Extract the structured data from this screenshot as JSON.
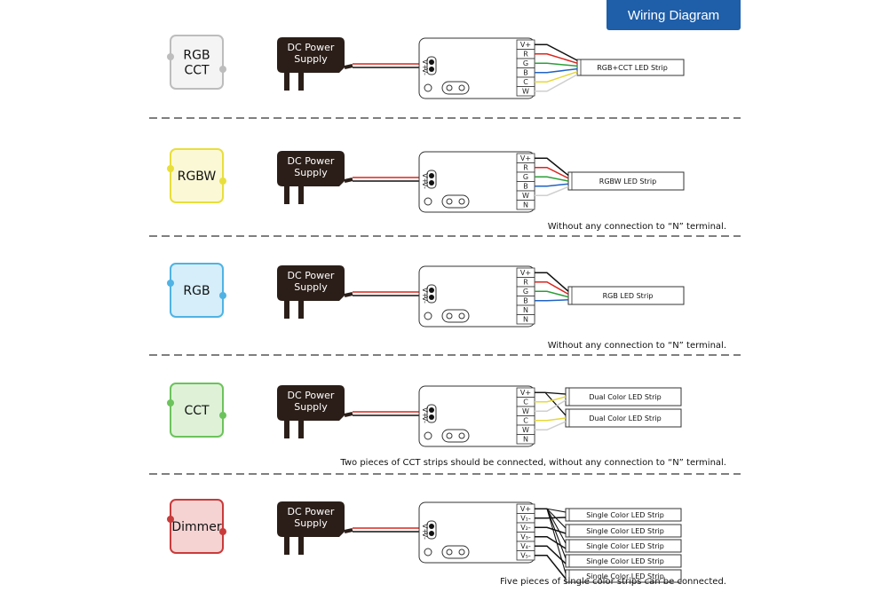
{
  "header": {
    "title": "Wiring Diagram"
  },
  "colors": {
    "header_bg": "#1f5ea8",
    "psu": "#2b1e18",
    "wire_red": "#d8261f",
    "wire_green": "#2b9f38",
    "wire_blue": "#2063c4",
    "wire_yellow": "#e7d83a",
    "wire_white": "#cfcfcf",
    "wire_black": "#111111"
  },
  "power_supply_label": [
    "DC Power",
    "Supply"
  ],
  "controller_input_labels": {
    "positive": "V+",
    "negative": "V-"
  },
  "sections": [
    {
      "mode_label": [
        "RGB",
        "CCT"
      ],
      "mode_color": "#bdbdbd",
      "mode_bg": "#f4f4f4",
      "terminals": [
        "V+",
        "R",
        "G",
        "B",
        "C",
        "W"
      ],
      "wire_colors": [
        "#111111",
        "#d8261f",
        "#2b9f38",
        "#2063c4",
        "#e7d83a",
        "#cfcfcf"
      ],
      "strips": [
        "RGB+CCT LED Strip"
      ],
      "note": ""
    },
    {
      "mode_label": [
        "RGBW"
      ],
      "mode_color": "#e8df3c",
      "mode_bg": "#fbf8d6",
      "terminals": [
        "V+",
        "R",
        "G",
        "B",
        "W",
        "N"
      ],
      "wire_colors": [
        "#111111",
        "#d8261f",
        "#2b9f38",
        "#2063c4",
        "#cfcfcf"
      ],
      "strips": [
        "RGBW LED Strip"
      ],
      "note": "Without any connection to “N” terminal."
    },
    {
      "mode_label": [
        "RGB"
      ],
      "mode_color": "#4fb3e4",
      "mode_bg": "#d5eefa",
      "terminals": [
        "V+",
        "R",
        "G",
        "B",
        "N",
        "N"
      ],
      "wire_colors": [
        "#111111",
        "#d8261f",
        "#2b9f38",
        "#2063c4"
      ],
      "strips": [
        "RGB LED Strip"
      ],
      "note": "Without any connection to “N” terminal."
    },
    {
      "mode_label": [
        "CCT"
      ],
      "mode_color": "#6cc35c",
      "mode_bg": "#dff2d8",
      "terminals": [
        "V+",
        "C",
        "W",
        "C",
        "W",
        "N"
      ],
      "wire_colors": [
        "#111111",
        "#e7d83a",
        "#cfcfcf",
        "#e7d83a",
        "#cfcfcf"
      ],
      "strips": [
        "Dual Color LED Strip",
        "Dual Color LED Strip"
      ],
      "note": "Two pieces of CCT strips should be connected, without any connection to “N” terminal."
    },
    {
      "mode_label": [
        "Dimmer"
      ],
      "mode_color": "#c93b3b",
      "mode_bg": "#f6d3d3",
      "terminals": [
        "V+",
        "V₁-",
        "V₂-",
        "V₃-",
        "V₄-",
        "V₅-"
      ],
      "wire_colors": [
        "#111111",
        "#111111",
        "#111111",
        "#111111",
        "#111111",
        "#111111"
      ],
      "strips": [
        "Single Color LED Strip",
        "Single Color LED Strip",
        "Single Color LED Strip",
        "Single Color LED Strip",
        "Single Color LED Strip"
      ],
      "note": "Five pieces of single color strips can be connected."
    }
  ]
}
